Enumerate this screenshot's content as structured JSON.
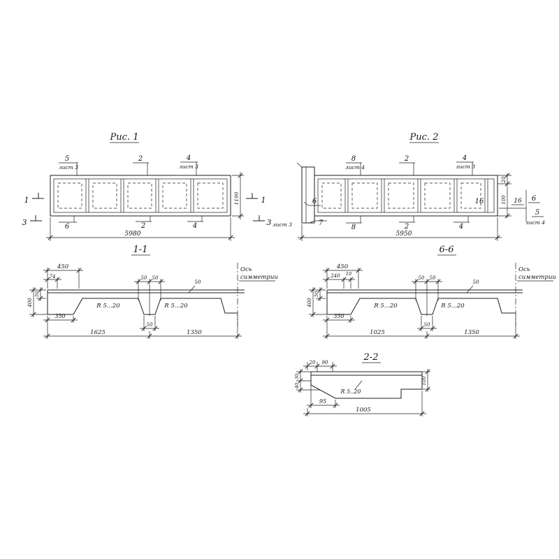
{
  "fig1": {
    "title": "Рис. 1",
    "top": {
      "n5": "5",
      "sheet5": "лист 3",
      "n2": "2",
      "n4": "4",
      "sheet4": "лист 3"
    },
    "left": {
      "s1": "1",
      "s3": "3"
    },
    "right": {
      "s1": "1",
      "s3": "3",
      "sheet3": "лист 3"
    },
    "bottom": {
      "n6": "6",
      "n2": "2",
      "n4": "4"
    },
    "dims": {
      "length": "5980",
      "height": "1190"
    }
  },
  "fig2": {
    "title": "Рис. 2",
    "top": {
      "n8": "8",
      "sheet8": "лист 4",
      "n2": "2",
      "n4": "4",
      "sheet4": "лист 3"
    },
    "left": {
      "n6": "6",
      "n7": "7"
    },
    "right": {
      "n16_inner": "16",
      "n16": "16",
      "n6": "6",
      "n5": "5",
      "sheet5": "лист 4",
      "d20": "20",
      "d100": "100"
    },
    "bottom": {
      "n8": "8",
      "n2": "2",
      "n4": "4"
    },
    "dims": {
      "length": "5950"
    }
  },
  "sec11": {
    "title": "1-1",
    "radius1": "R 5...20",
    "radius2": "R 5...20",
    "axis1": "Ось",
    "axis2": "симметрии",
    "dims": {
      "d450": "450",
      "d74": "74",
      "d50a": "50",
      "d50b": "50",
      "leader50": "50",
      "rot50": "50",
      "rot400": "400",
      "d350": "350",
      "d50c": "50",
      "d1625": "1625",
      "d1350": "1350"
    }
  },
  "sec66": {
    "title": "6-6",
    "radius1": "R 5...20",
    "radius2": "R 5...20",
    "axis1": "Ось",
    "axis2": "симметрии",
    "dims": {
      "d450": "450",
      "d240": "240",
      "d10": "10",
      "d50a": "50",
      "d50b": "50",
      "leader50": "50",
      "rot50": "50",
      "rot400": "400",
      "d350": "350",
      "d50c": "50",
      "d1025": "1025",
      "d1350": "1350"
    }
  },
  "sec22": {
    "title": "2-2",
    "radius": "R 5..20",
    "dims": {
      "d20": "20",
      "d90": "90",
      "rot30": "30",
      "rot40": "40",
      "rot100": "100",
      "d95": "95",
      "d1005": "1005"
    }
  }
}
